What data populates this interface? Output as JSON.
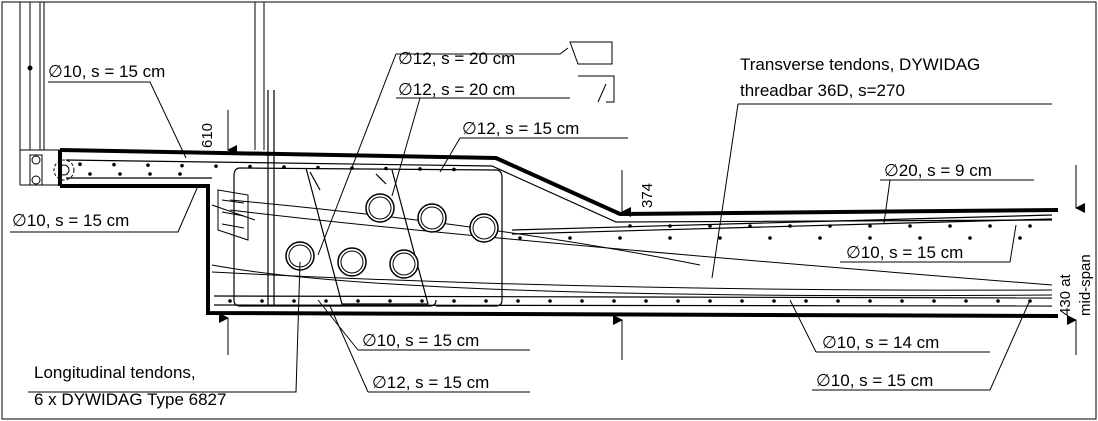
{
  "labels": {
    "phi10_s15_top": "∅10, s = 15 cm",
    "phi10_s15_mid": "∅10, s = 15 cm",
    "phi12_s20_a": "∅12, s = 20 cm",
    "phi12_s20_b": "∅12, s = 20 cm",
    "phi12_s15_top": "∅12, s = 15 cm",
    "transverse_1": "Transverse tendons, DYWIDAG",
    "transverse_2": "threadbar 36D, s=270",
    "phi20_s9": "∅20, s = 9 cm",
    "phi10_s15_right": "∅10, s = 15 cm",
    "longitudinal_1": "Longitudinal tendons,",
    "longitudinal_2": "6 x DYWIDAG Type 6827",
    "phi10_s15_bottom": "∅10, s = 15 cm",
    "phi12_s15_bottom": "∅12, s = 15 cm",
    "phi10_s14": "∅10, s = 14 cm",
    "phi10_s15_bottom_right": "∅10, s = 15 cm"
  },
  "dimensions": {
    "d610": "610",
    "d374": "374",
    "d430_1": "430 at",
    "d430_2": "mid-span"
  },
  "colors": {
    "line": "#000000",
    "background": "#ffffff"
  }
}
